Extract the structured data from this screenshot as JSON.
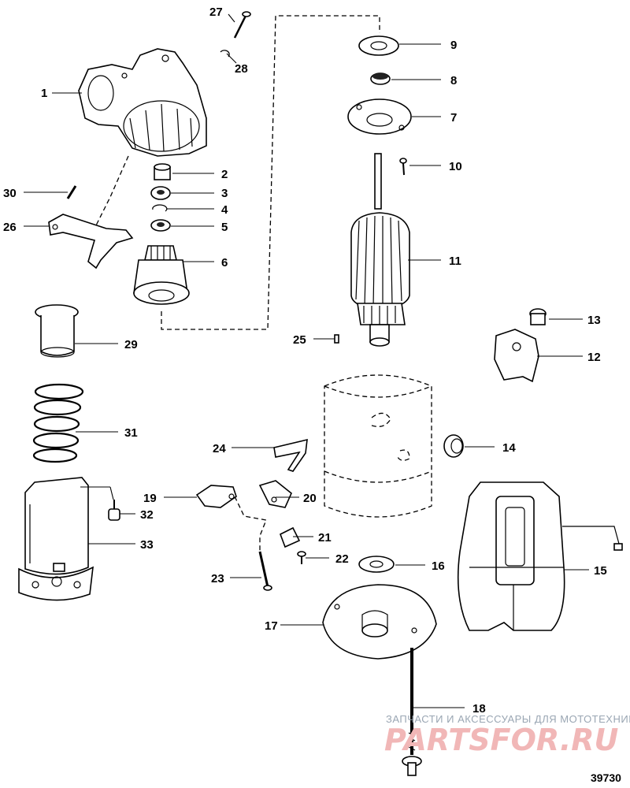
{
  "callouts": [
    "1",
    "2",
    "3",
    "4",
    "5",
    "6",
    "7",
    "8",
    "9",
    "10",
    "11",
    "12",
    "13",
    "14",
    "15",
    "16",
    "17",
    "18",
    "19",
    "20",
    "21",
    "22",
    "23",
    "24",
    "25",
    "26",
    "27",
    "28",
    "29",
    "30",
    "31",
    "32",
    "33"
  ],
  "figure_number": "39730",
  "watermark": {
    "tagline": "ЗАПЧАСТИ И АКСЕССУАРЫ ДЛЯ МОТОТЕХНИКИ",
    "logo": "PARTSFOR.RU"
  }
}
